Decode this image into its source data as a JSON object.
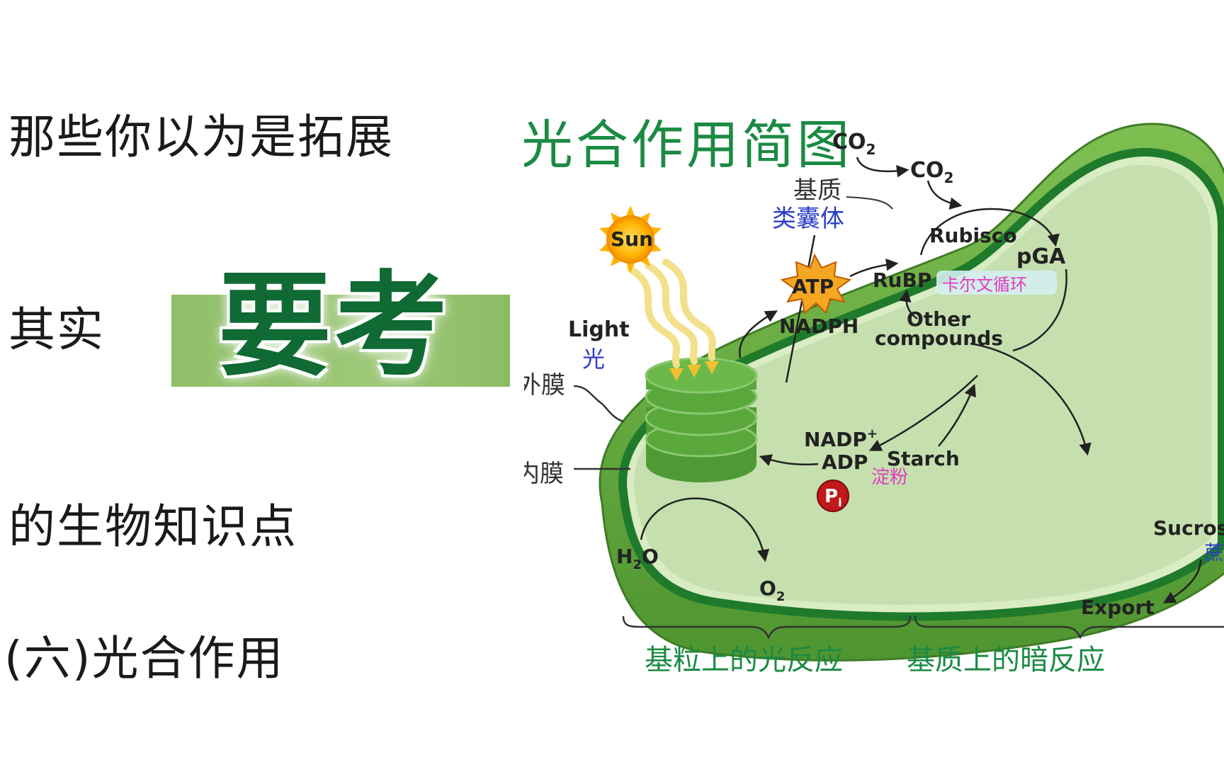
{
  "left_text": {
    "line1": "那些你以为是拓展",
    "line2": "其实",
    "emphasis": "要考",
    "line3": "的生物知识点",
    "line4": "(六)光合作用"
  },
  "diagram": {
    "title": "光合作用简图",
    "labels": {
      "co2_outside": "CO",
      "co2_inside": "CO",
      "co2_sub": "2",
      "stroma": "基质",
      "thylakoid": "类囊体",
      "sun": "Sun",
      "light": "Light",
      "light_cn": "光",
      "outer_membrane": "外膜",
      "inner_membrane": "内膜",
      "atp": "ATP",
      "nadph": "NADPH",
      "rubisco": "Rubisco",
      "pga": "pGA",
      "rubp": "RuBP",
      "calvin_cycle": "卡尔文循环",
      "other_compounds_1": "Other",
      "other_compounds_2": "compounds",
      "nadp": "NADP",
      "nadp_sup": "+",
      "adp": "ADP",
      "starch": "Starch",
      "starch_cn": "淀粉",
      "pi": "P",
      "pi_sub": "i",
      "sucrose": "Sucros",
      "sucrose_cn": "蔗",
      "export": "Export",
      "h2o_h": "H",
      "h2o_sub": "2",
      "h2o_o": "O",
      "o2": "O",
      "o2_sub": "2",
      "light_reaction": "基粒上的光反应",
      "dark_reaction": "基质上的暗反应"
    },
    "colors": {
      "outer_green": "#5a9e3a",
      "inner_green": "#1f7a2c",
      "stroma_fill": "#c6dfae",
      "title_green": "#1b8a43"
    }
  }
}
